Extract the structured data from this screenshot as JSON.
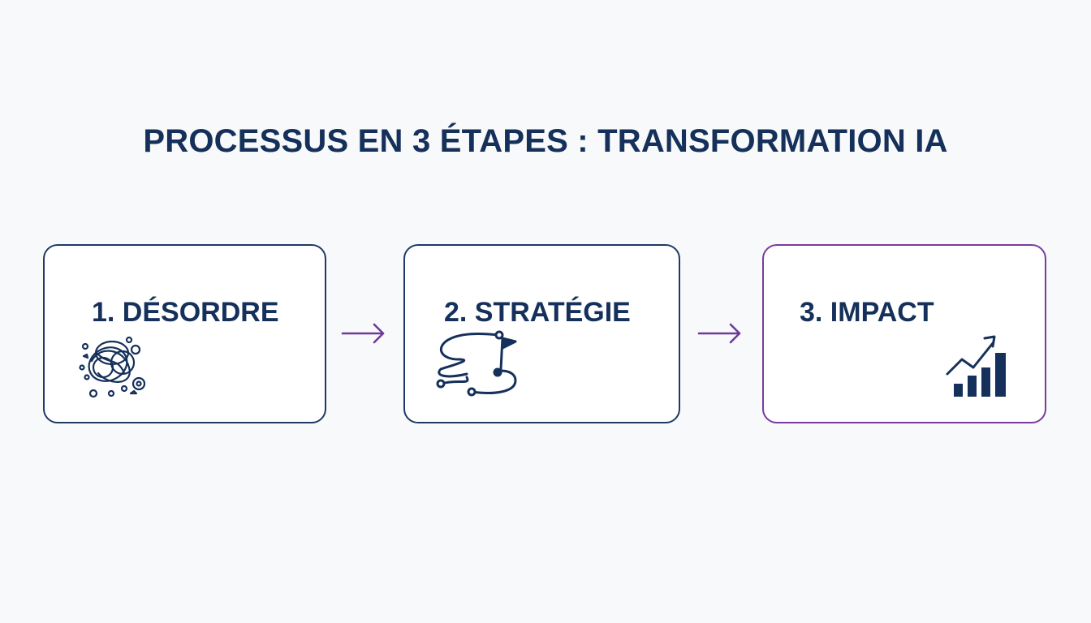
{
  "title": "PROCESSUS EN 3 ÉTAPES : TRANSFORMATION IA",
  "steps": [
    {
      "label": "1. DÉSORDRE",
      "icon": "chaos-tangle-icon"
    },
    {
      "label": "2. STRATÉGIE",
      "icon": "winding-path-flag-icon"
    },
    {
      "label": "3. IMPACT",
      "icon": "growth-bar-chart-icon"
    }
  ],
  "connectors": [
    {
      "icon": "arrow-right-icon"
    },
    {
      "icon": "arrow-right-icon"
    }
  ],
  "colors": {
    "navy": "#15305a",
    "border": "#1f3a64",
    "accent_purple": "#7a3aa0",
    "background": "#f8f9fa"
  }
}
